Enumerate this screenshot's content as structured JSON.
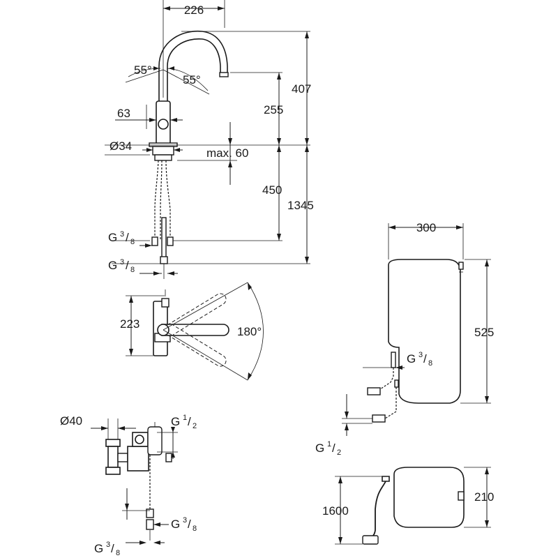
{
  "dimensions": {
    "spout_reach": "226",
    "angle_left": "55°",
    "angle_right": "55°",
    "lever_width": "63",
    "spout_height": "255",
    "total_height": "407",
    "body_diameter": "Ø34",
    "max_thickness": "max. 60",
    "hose_length": "450",
    "overall_length": "1345",
    "lever_radius": "223",
    "rotation": "180°",
    "tee_diameter": "Ø40",
    "boiler_width": "300",
    "boiler_height": "525",
    "boiler_depth": "210",
    "cable_length": "1600"
  },
  "threads": {
    "g38_a": {
      "g": "G",
      "num": "3",
      "den": "8"
    },
    "g38_b": {
      "g": "G",
      "num": "3",
      "den": "8"
    },
    "g12_a": {
      "g": "G",
      "num": "1",
      "den": "2"
    },
    "g38_c": {
      "g": "G",
      "num": "3",
      "den": "8"
    },
    "g38_d": {
      "g": "G",
      "num": "3",
      "den": "8"
    },
    "g38_e": {
      "g": "G",
      "num": "3",
      "den": "8"
    },
    "g12_b": {
      "g": "G",
      "num": "1",
      "den": "2"
    }
  },
  "colors": {
    "line": "#1a1a1a",
    "background": "#ffffff"
  }
}
